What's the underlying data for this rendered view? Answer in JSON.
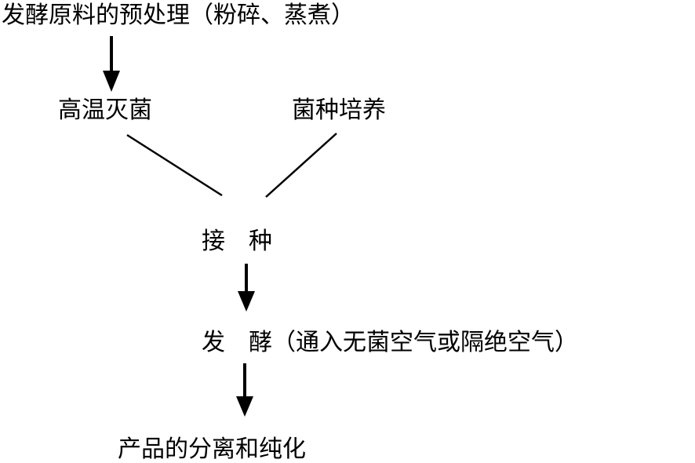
{
  "diagram": {
    "type": "flowchart",
    "language": "zh",
    "nodes": {
      "pretreatment": "发酵原料的预处理（粉碎、蒸煮）",
      "sterilization": "高温灭菌",
      "strain_culture": "菌种培养",
      "inoculation": "接　种",
      "fermentation": "发　酵（通入无菌空气或隔绝空气）",
      "separation": "产品的分离和纯化"
    },
    "edges": [
      {
        "from": "pretreatment",
        "to": "sterilization",
        "style": "arrow-down"
      },
      {
        "from": "sterilization",
        "to": "inoculation",
        "style": "plain-diagonal"
      },
      {
        "from": "strain_culture",
        "to": "inoculation",
        "style": "plain-diagonal"
      },
      {
        "from": "inoculation",
        "to": "fermentation",
        "style": "arrow-down"
      },
      {
        "from": "fermentation",
        "to": "separation",
        "style": "arrow-down"
      }
    ],
    "colors": {
      "background": "#ffffff",
      "text": "#000000",
      "line": "#000000"
    }
  }
}
